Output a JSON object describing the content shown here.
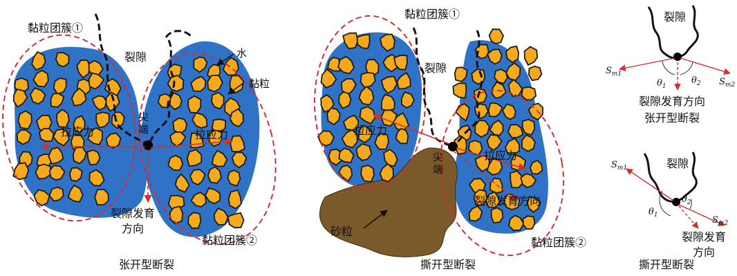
{
  "colors": {
    "grain_fill": "#f5a91c",
    "grain_stroke": "#1a1a1a",
    "water": "#2f72c6",
    "sand": "#7a5a2a",
    "cluster_outline": "#d32f2f",
    "force_arrow": "#d32f2f",
    "crack": "#111111"
  },
  "panel_a": {
    "cluster1": "黏粒团簇①",
    "cluster2": "黏粒团簇②",
    "crack": "裂隙",
    "water": "水",
    "clay": "黏粒",
    "tip_line1": "尖",
    "tip_line2": "端",
    "tension_left": "拉应力",
    "tension_right": "拉应力",
    "growth_line1": "裂隙发育",
    "growth_line2": "方向",
    "caption": "张开型断裂"
  },
  "panel_b": {
    "cluster1": "黏粒团簇①",
    "cluster2": "黏粒团簇②",
    "crack": "裂隙",
    "tip_line1": "尖",
    "tip_line2": "端",
    "tension_left": "拉应力",
    "tension_right": "拉应力",
    "growth": "裂隙发育方向",
    "sand": "砂粒",
    "caption": "撕开型断裂"
  },
  "panel_c_top": {
    "crack": "裂隙",
    "s_left": "S",
    "s_left_sub": "m1",
    "s_right": "S",
    "s_right_sub": "m2",
    "theta1": "θ",
    "theta1_sub": "1",
    "theta2": "θ",
    "theta2_sub": "2",
    "growth": "裂隙发育方向",
    "caption": "张开型断裂"
  },
  "panel_c_bottom": {
    "crack": "裂隙",
    "s_left": "S",
    "s_left_sub": "m1",
    "s_right": "S",
    "s_right_sub": "m2",
    "theta1": "θ",
    "theta1_sub": "1",
    "theta2": "θ",
    "theta2_sub": "2",
    "growth_line1": "裂隙发育",
    "growth_line2": "方向",
    "caption": "撕开型断裂"
  }
}
